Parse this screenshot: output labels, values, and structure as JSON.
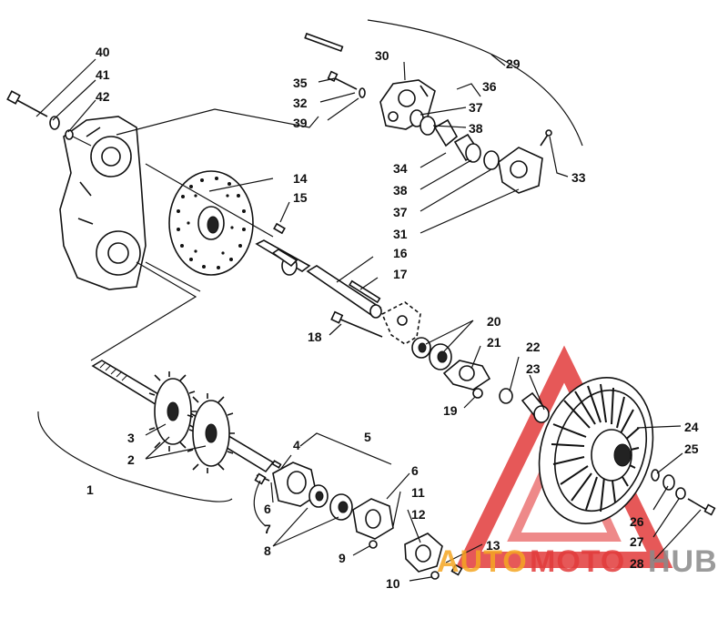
{
  "labels": [
    "1",
    "2",
    "3",
    "4",
    "5",
    "6",
    "7",
    "8",
    "9",
    "10",
    "11",
    "12",
    "13",
    "14",
    "15",
    "16",
    "17",
    "18",
    "19",
    "20",
    "21",
    "22",
    "23",
    "24",
    "25",
    "26",
    "27",
    "28",
    "29",
    "30",
    "31",
    "32",
    "33",
    "34",
    "35",
    "36",
    "37",
    "38",
    "39",
    "40",
    "41",
    "42"
  ],
  "watermark": {
    "part1": "AUTO",
    "part2": "MOTO",
    "part3": "HUB",
    "color_orange": "#f5a623",
    "color_red": "#e23b3b",
    "color_gray": "#8a8a8a"
  }
}
